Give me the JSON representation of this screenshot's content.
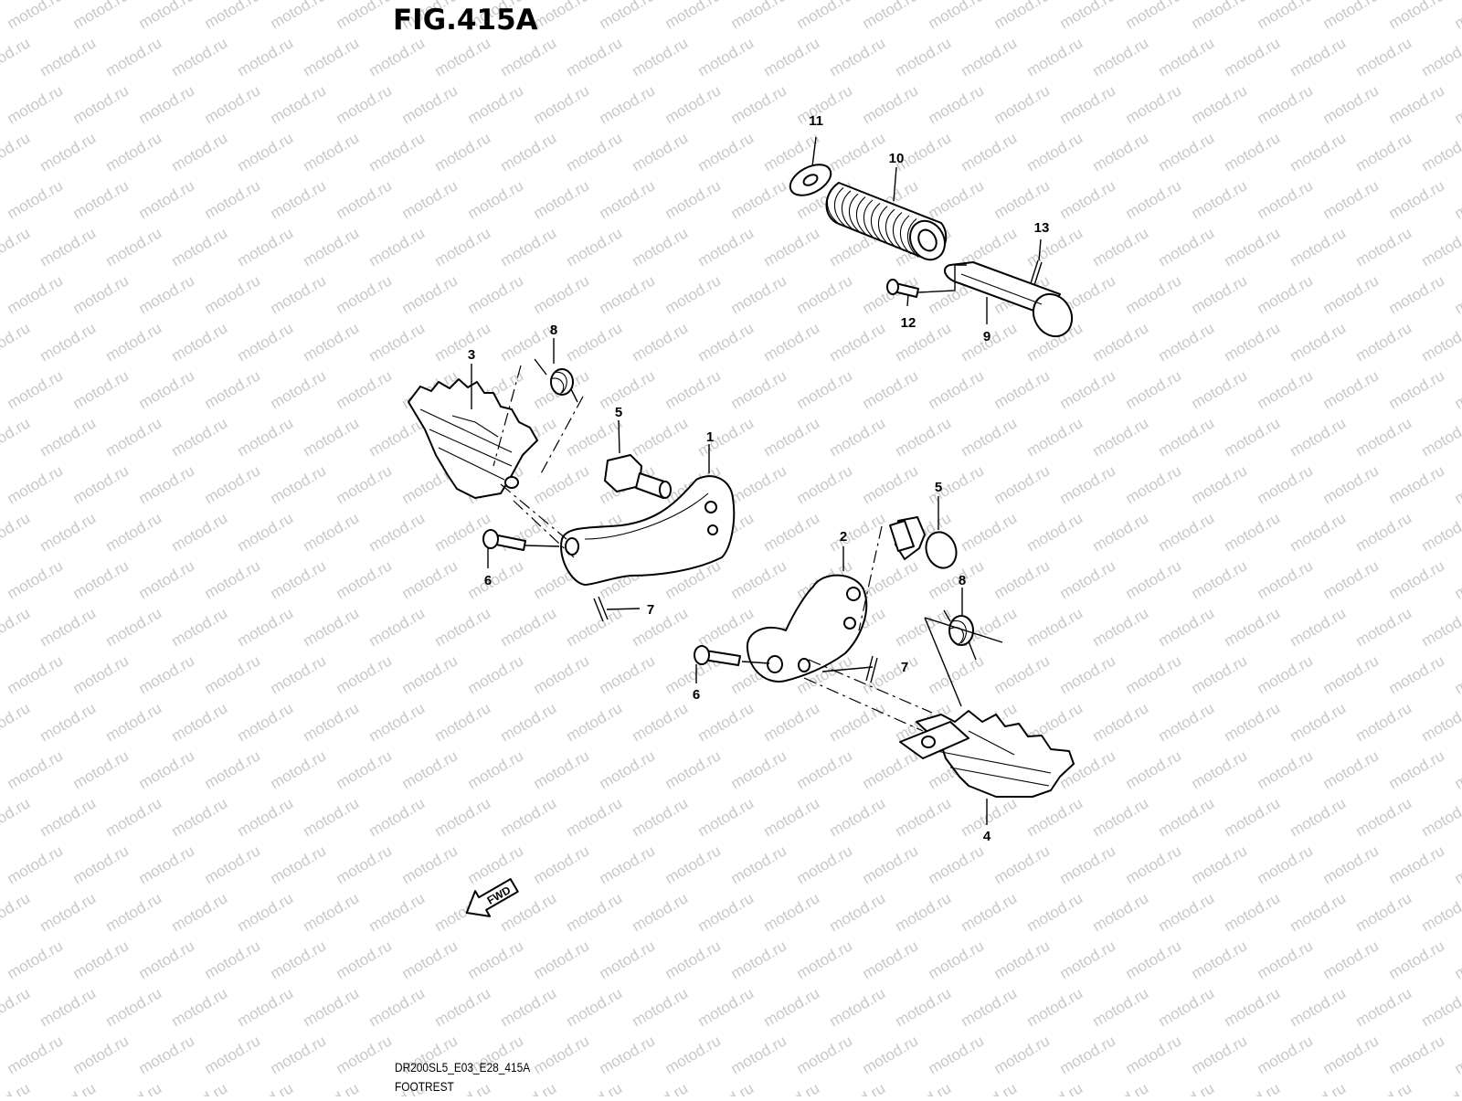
{
  "figure": {
    "title": "FIG.415A",
    "model_code": "DR200SL5_E03_E28_415A",
    "name": "FOOTREST"
  },
  "watermark": "motod.ru",
  "fwd_label": "FWD",
  "callouts": [
    "1",
    "2",
    "3",
    "4",
    "5",
    "5",
    "6",
    "6",
    "7",
    "7",
    "8",
    "8",
    "9",
    "10",
    "11",
    "12",
    "13"
  ]
}
